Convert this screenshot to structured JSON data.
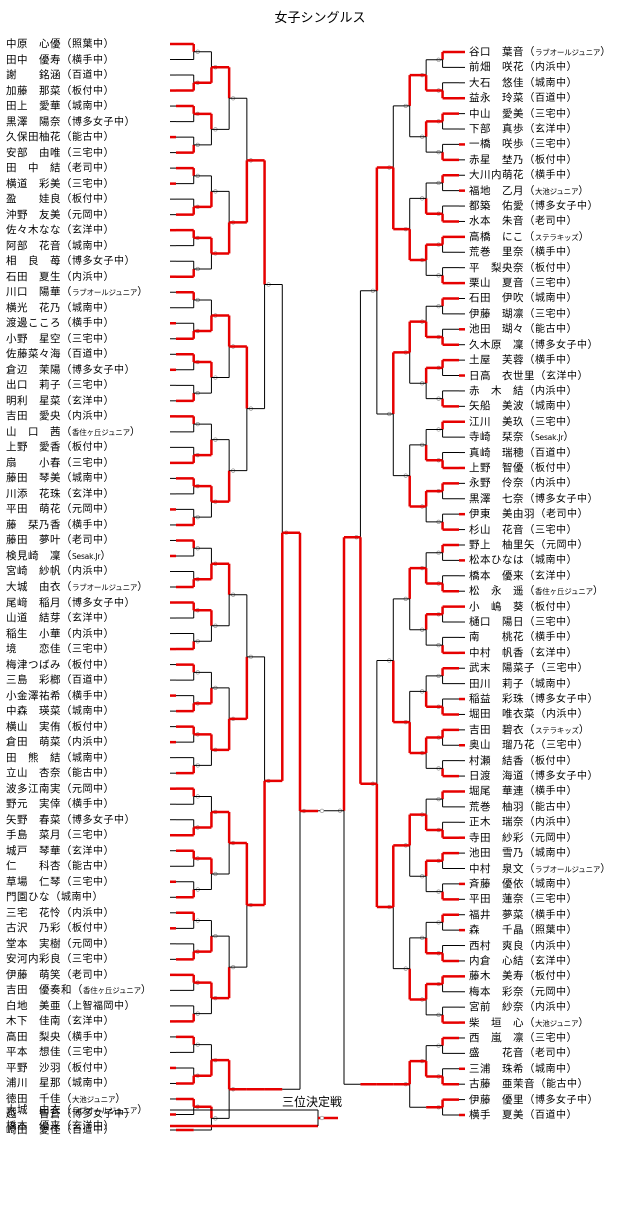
{
  "title": "女子シングルス",
  "third_place_title": "三位決定戦",
  "colors": {
    "win_line": "#e60000",
    "base_line": "#000000"
  },
  "left": [
    {
      "name": "中原　心優",
      "team": "照葉中"
    },
    {
      "name": "田中　優寿",
      "team": "横手中"
    },
    {
      "name": "謝　　銘涵",
      "team": "百道中"
    },
    {
      "name": "加藤　那菜",
      "team": "板付中"
    },
    {
      "name": "田上　愛華",
      "team": "城南中"
    },
    {
      "name": "黒澤　陽奈",
      "team": "博多女子中"
    },
    {
      "name": "久保田柚花",
      "team": "能古中"
    },
    {
      "name": "安部　由唯",
      "team": "三宅中"
    },
    {
      "name": "田　中　結",
      "team": "老司中"
    },
    {
      "name": "横道　彩美",
      "team": "三宅中"
    },
    {
      "name": "盈　　娃良",
      "team": "板付中"
    },
    {
      "name": "沖野　友美",
      "team": "元岡中"
    },
    {
      "name": "佐々木なな",
      "team": "玄洋中"
    },
    {
      "name": "阿部　花音",
      "team": "城南中"
    },
    {
      "name": "相　良　苺",
      "team": "博多女子中"
    },
    {
      "name": "石田　夏生",
      "team": "内浜中"
    },
    {
      "name": "川口　陽華",
      "team": "ラブオールジュニア"
    },
    {
      "name": "横光　花乃",
      "team": "城南中"
    },
    {
      "name": "渡邊こころ",
      "team": "横手中"
    },
    {
      "name": "小野　星空",
      "team": "三宅中"
    },
    {
      "name": "佐藤菜々海",
      "team": "百道中"
    },
    {
      "name": "倉辺　茉陽",
      "team": "博多女子中"
    },
    {
      "name": "出口　莉子",
      "team": "三宅中"
    },
    {
      "name": "明利　星菜",
      "team": "玄洋中"
    },
    {
      "name": "吉田　愛央",
      "team": "内浜中"
    },
    {
      "name": "山　口　茜",
      "team": "香住ヶ丘ジュニア"
    },
    {
      "name": "上野　愛香",
      "team": "板付中"
    },
    {
      "name": "扇　　小春",
      "team": "三宅中"
    },
    {
      "name": "藤田　琴美",
      "team": "城南中"
    },
    {
      "name": "川添　花珠",
      "team": "玄洋中"
    },
    {
      "name": "平田　萌花",
      "team": "元岡中"
    },
    {
      "name": "藤　栞乃香",
      "team": "横手中"
    },
    {
      "name": "藤田　夢叶",
      "team": "老司中"
    },
    {
      "name": "検見崎　凜",
      "team": "Sesak.Jr"
    },
    {
      "name": "宮崎　紗帆",
      "team": "内浜中"
    },
    {
      "name": "大城　由衣",
      "team": "ラブオールジュニア"
    },
    {
      "name": "尾﨑　稲月",
      "team": "博多女子中"
    },
    {
      "name": "山道　結芽",
      "team": "玄洋中"
    },
    {
      "name": "稲生　小華",
      "team": "内浜中"
    },
    {
      "name": "境　　恋佳",
      "team": "三宅中"
    },
    {
      "name": "梅津つばみ",
      "team": "板付中"
    },
    {
      "name": "三島　彩榔",
      "team": "百道中"
    },
    {
      "name": "小金澤祐希",
      "team": "横手中"
    },
    {
      "name": "中森　瑛菜",
      "team": "城南中"
    },
    {
      "name": "横山　実侑",
      "team": "板付中"
    },
    {
      "name": "倉田　萌菜",
      "team": "内浜中"
    },
    {
      "name": "田　熊　結",
      "team": "城南中"
    },
    {
      "name": "立山　杏奈",
      "team": "能古中"
    },
    {
      "name": "波多江南実",
      "team": "元岡中"
    },
    {
      "name": "野元　実倖",
      "team": "横手中"
    },
    {
      "name": "矢野　春菜",
      "team": "博多女子中"
    },
    {
      "name": "手島　菜月",
      "team": "三宅中"
    },
    {
      "name": "城戸　琴華",
      "team": "玄洋中"
    },
    {
      "name": "仁　　科杏",
      "team": "能古中"
    },
    {
      "name": "草場　仁琴",
      "team": "三宅中"
    },
    {
      "name": "門園ひな",
      "team": "城南中"
    },
    {
      "name": "三宅　花怜",
      "team": "内浜中"
    },
    {
      "name": "古沢　乃彩",
      "team": "板付中"
    },
    {
      "name": "堂本　実樹",
      "team": "元岡中"
    },
    {
      "name": "安河内彩良",
      "team": "三宅中"
    },
    {
      "name": "伊藤　萌笑",
      "team": "老司中"
    },
    {
      "name": "吉田　優奏和",
      "team": "香住ヶ丘ジュニア"
    },
    {
      "name": "白地　美亜",
      "team": "上智福岡中"
    },
    {
      "name": "木下　佳南",
      "team": "玄洋中"
    },
    {
      "name": "高田　梨央",
      "team": "横手中"
    },
    {
      "name": "平本　想佳",
      "team": "三宅中"
    },
    {
      "name": "平野　沙羽",
      "team": "板付中"
    },
    {
      "name": "浦川　星那",
      "team": "城南中"
    },
    {
      "name": "徳田　千佳",
      "team": "大池ジュニア"
    },
    {
      "name": "越　　智蒼",
      "team": "博多女子中"
    },
    {
      "name": "崎田　愛佳",
      "team": "百道中"
    }
  ],
  "right": [
    {
      "name": "谷口　葉音",
      "team": "ラブオールジュニア"
    },
    {
      "name": "前畑　咲花",
      "team": "内浜中"
    },
    {
      "name": "大石　悠佳",
      "team": "城南中"
    },
    {
      "name": "益永　玲菜",
      "team": "百道中"
    },
    {
      "name": "中山　愛美",
      "team": "三宅中"
    },
    {
      "name": "下部　真歩",
      "team": "玄洋中"
    },
    {
      "name": "一橋　咲歩",
      "team": "三宅中"
    },
    {
      "name": "赤星　埜乃",
      "team": "板付中"
    },
    {
      "name": "大川内萌花",
      "team": "横手中"
    },
    {
      "name": "福地　乙月",
      "team": "大池ジュニア"
    },
    {
      "name": "都築　佑愛",
      "team": "博多女子中"
    },
    {
      "name": "水本　朱音",
      "team": "老司中"
    },
    {
      "name": "高橋　にこ",
      "team": "ステラキッズ"
    },
    {
      "name": "荒巻　里奈",
      "team": "横手中"
    },
    {
      "name": "平　梨央奈",
      "team": "板付中"
    },
    {
      "name": "栗山　夏音",
      "team": "三宅中"
    },
    {
      "name": "石田　伊吹",
      "team": "城南中"
    },
    {
      "name": "伊藤　瑚凛",
      "team": "三宅中"
    },
    {
      "name": "池田　瑚々",
      "team": "能古中"
    },
    {
      "name": "久木原　凜",
      "team": "博多女子中"
    },
    {
      "name": "土屋　芙蓉",
      "team": "横手中"
    },
    {
      "name": "日高　衣世里",
      "team": "玄洋中"
    },
    {
      "name": "赤　木　結",
      "team": "内浜中"
    },
    {
      "name": "矢船　美波",
      "team": "城南中"
    },
    {
      "name": "江川　美玖",
      "team": "三宅中"
    },
    {
      "name": "寺崎　栞奈",
      "team": "Sesak.Jr"
    },
    {
      "name": "真崎　瑞穂",
      "team": "百道中"
    },
    {
      "name": "上野　智優",
      "team": "板付中"
    },
    {
      "name": "永野　伶奈",
      "team": "内浜中"
    },
    {
      "name": "黒澤　七奈",
      "team": "博多女子中"
    },
    {
      "name": "伊東　美由羽",
      "team": "老司中"
    },
    {
      "name": "杉山　花音",
      "team": "三宅中"
    },
    {
      "name": "野上　柚里矢",
      "team": "元岡中"
    },
    {
      "name": "松本ひなは",
      "team": "城南中"
    },
    {
      "name": "橋本　優来",
      "team": "玄洋中"
    },
    {
      "name": "松　永　遥",
      "team": "香住ヶ丘ジュニア"
    },
    {
      "name": "小　嶋　葵",
      "team": "板付中"
    },
    {
      "name": "樋口　陽日",
      "team": "三宅中"
    },
    {
      "name": "南　　桃花",
      "team": "横手中"
    },
    {
      "name": "中村　帆香",
      "team": "玄洋中"
    },
    {
      "name": "武末　陽菜子",
      "team": "三宅中"
    },
    {
      "name": "田川　莉子",
      "team": "城南中"
    },
    {
      "name": "稲益　彩珠",
      "team": "博多女子中"
    },
    {
      "name": "堀田　唯衣菜",
      "team": "内浜中"
    },
    {
      "name": "吉田　碧衣",
      "team": "ステラキッズ"
    },
    {
      "name": "奥山　瑠乃花",
      "team": "三宅中"
    },
    {
      "name": "村瀬　結香",
      "team": "板付中"
    },
    {
      "name": "日渡　海道",
      "team": "博多女子中"
    },
    {
      "name": "堀尾　華連",
      "team": "横手中"
    },
    {
      "name": "荒巻　柚羽",
      "team": "能古中"
    },
    {
      "name": "正木　瑞奈",
      "team": "内浜中"
    },
    {
      "name": "寺田　紗彩",
      "team": "元岡中"
    },
    {
      "name": "池田　雪乃",
      "team": "城南中"
    },
    {
      "name": "中村　泉文",
      "team": "ラブオールジュニア"
    },
    {
      "name": "斉藤　優依",
      "team": "城南中"
    },
    {
      "name": "平田　蓮奈",
      "team": "三宅中"
    },
    {
      "name": "福井　夢菜",
      "team": "横手中"
    },
    {
      "name": "森　　千晶",
      "team": "照葉中"
    },
    {
      "name": "西村　爽良",
      "team": "内浜中"
    },
    {
      "name": "内倉　心結",
      "team": "玄洋中"
    },
    {
      "name": "藤木　美寿",
      "team": "板付中"
    },
    {
      "name": "梅本　彩奈",
      "team": "元岡中"
    },
    {
      "name": "宮前　紗奈",
      "team": "内浜中"
    },
    {
      "name": "柴　垣　心",
      "team": "大池ジュニア"
    },
    {
      "name": "西　嵐　凛",
      "team": "三宅中"
    },
    {
      "name": "盛　　花音",
      "team": "老司中"
    },
    {
      "name": "三浦　珠希",
      "team": "城南中"
    },
    {
      "name": "古藤　亜茉音",
      "team": "能古中"
    },
    {
      "name": "伊藤　優里",
      "team": "博多女子中"
    },
    {
      "name": "横手　夏美",
      "team": "百道中"
    }
  ],
  "third_place": [
    {
      "name": "大城　由衣",
      "team": "ラブオールジュニア"
    },
    {
      "name": "橋本　優来",
      "team": "玄洋中"
    }
  ]
}
